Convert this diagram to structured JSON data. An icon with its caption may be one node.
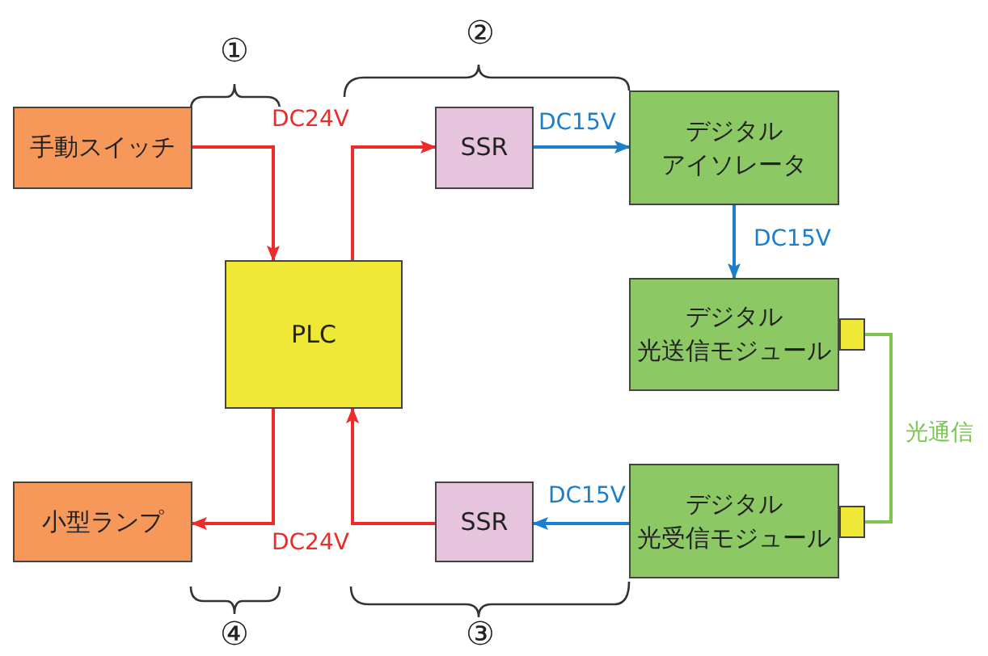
{
  "diagram": {
    "nodes": [
      {
        "text": [
          "手動スイッチ"
        ]
      },
      {
        "text": [
          "SSR"
        ]
      },
      {
        "text": [
          "デジタル",
          "アイソレータ"
        ]
      },
      {
        "text": [
          "PLC"
        ]
      },
      {
        "text": [
          "デジタル",
          "光送信モジュール"
        ]
      },
      {
        "text": [],
        "shape": "box"
      },
      {
        "text": [
          "小型ランプ"
        ]
      },
      {
        "text": [
          "SSR"
        ]
      },
      {
        "text": [
          "デジタル",
          "光受信モジュール"
        ]
      },
      {
        "text": [],
        "shape": "box"
      }
    ],
    "edges": [
      {
        "from": 0,
        "to": 3,
        "arrow": "to"
      },
      {
        "from": 3,
        "to": 1,
        "arrow": "to",
        "label": "DC24V"
      },
      {
        "from": 1,
        "to": 2,
        "arrow": "to",
        "label": "DC15V",
        "color": "#1b7fcc"
      },
      {
        "from": 2,
        "to": 4,
        "arrow": "to",
        "label": "DC15V",
        "color": "#1b7fcc"
      },
      {
        "from": 5,
        "to": 9,
        "arrow": "none",
        "label": "光通信",
        "color": "#7cc553"
      },
      {
        "from": 8,
        "to": 7,
        "arrow": "to",
        "label": "DC15V",
        "color": "#1b7fcc"
      },
      {
        "from": 7,
        "to": 3,
        "arrow": "to"
      },
      {
        "from": 3,
        "to": 6,
        "arrow": "to",
        "label": "DC24V"
      }
    ],
    "labels": [
      "①",
      "②",
      "④",
      "③"
    ]
  }
}
